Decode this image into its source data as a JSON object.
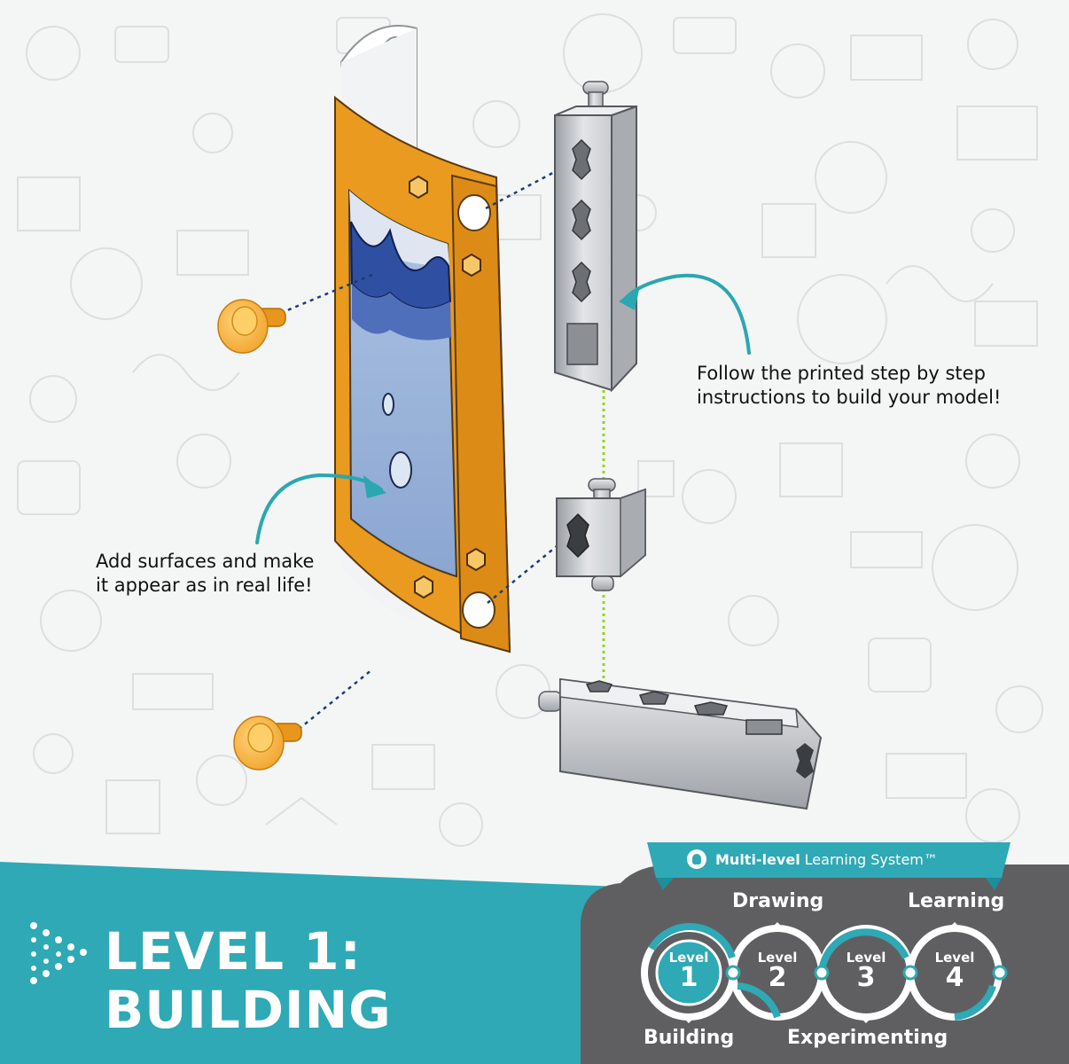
{
  "captions": {
    "right": [
      "Follow the printed step by step",
      "instructions to build your model!"
    ],
    "left": [
      "Add surfaces and make",
      "it appear as in real life!"
    ]
  },
  "banner": {
    "title_lines": [
      "LEVEL 1:",
      "BUILDING"
    ],
    "system_label_bold": "Multi-level",
    "system_label_rest": "Learning System™",
    "stages": {
      "drawing": "Drawing",
      "learning": "Learning",
      "building": "Building",
      "experimenting": "Experimenting"
    },
    "levels": [
      {
        "word": "Level",
        "num": "1"
      },
      {
        "word": "Level",
        "num": "2"
      },
      {
        "word": "Level",
        "num": "3"
      },
      {
        "word": "Level",
        "num": "4"
      }
    ]
  },
  "colors": {
    "teal": "#2ea9b5",
    "dark_teal": "#1b8f9b",
    "panel_gray": "#5f5f61",
    "orange_frame": "#e99a1f",
    "water_dark": "#2f4fa3",
    "water_light": "#9cb6da",
    "sky": "#dfe6f1",
    "metal": "#c9ccd0",
    "green_line": "#8fd61f",
    "dotted_blue": "#1d3b72"
  }
}
